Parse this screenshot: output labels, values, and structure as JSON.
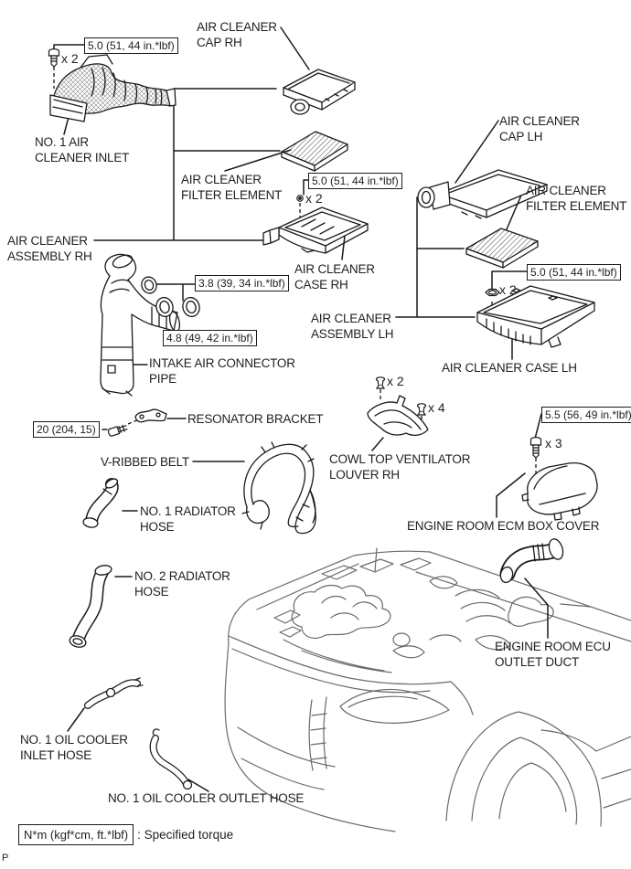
{
  "diagram": {
    "type": "exploded-parts-diagram",
    "page_letter": "P",
    "legend": {
      "torque_symbol": "N*m (kgf*cm, ft.*lbf)",
      "torque_meaning": ": Specified torque"
    },
    "labels": {
      "air_cleaner_cap_rh": "AIR CLEANER\nCAP RH",
      "no1_air_cleaner_inlet": "NO. 1 AIR\nCLEANER INLET",
      "air_cleaner_filter_element_rh": "AIR CLEANER\nFILTER ELEMENT",
      "air_cleaner_assembly_rh": "AIR CLEANER\nASSEMBLY RH",
      "air_cleaner_case_rh": "AIR CLEANER\nCASE RH",
      "air_cleaner_cap_lh": "AIR CLEANER\nCAP LH",
      "air_cleaner_filter_element_lh": "AIR CLEANER\nFILTER ELEMENT",
      "air_cleaner_assembly_lh": "AIR CLEANER\nASSEMBLY LH",
      "air_cleaner_case_lh": "AIR CLEANER CASE LH",
      "intake_air_connector_pipe": "INTAKE AIR CONNECTOR\nPIPE",
      "resonator_bracket": "RESONATOR BRACKET",
      "v_ribbed_belt": "V-RIBBED BELT",
      "no1_radiator_hose": "NO. 1 RADIATOR\nHOSE",
      "cowl_top_ventilator_louver_rh": "COWL TOP VENTILATOR\nLOUVER RH",
      "engine_room_ecm_box_cover": "ENGINE ROOM ECM BOX COVER",
      "no2_radiator_hose": "NO. 2 RADIATOR\nHOSE",
      "engine_room_ecu_outlet_duct": "ENGINE ROOM ECU\nOUTLET DUCT",
      "no1_oil_cooler_inlet_hose": "NO. 1 OIL COOLER\nINLET HOSE",
      "no1_oil_cooler_outlet_hose": "NO. 1 OIL COOLER OUTLET HOSE"
    },
    "torque_specs": {
      "inlet": "5.0 (51, 44 in.*lbf)",
      "case_rh": "5.0 (51, 44 in.*lbf)",
      "case_lh": "5.0 (51, 44 in.*lbf)",
      "hose_clamp_upper": "3.8 (39, 34 in.*lbf)",
      "hose_clamp_lower": "4.8 (49, 42 in.*lbf)",
      "resonator_bracket_bolt": "20 (204, 15)",
      "ecm_cover": "5.5 (56, 49 in.*lbf)"
    },
    "quantities": {
      "inlet_bolts": "x 2",
      "case_rh_bolts": "x 2",
      "case_lh_bolts": "x 2",
      "louver_clips_outer": "x 2",
      "louver_clips_inner": "x 4",
      "ecm_cover_bolts": "x 3"
    }
  }
}
